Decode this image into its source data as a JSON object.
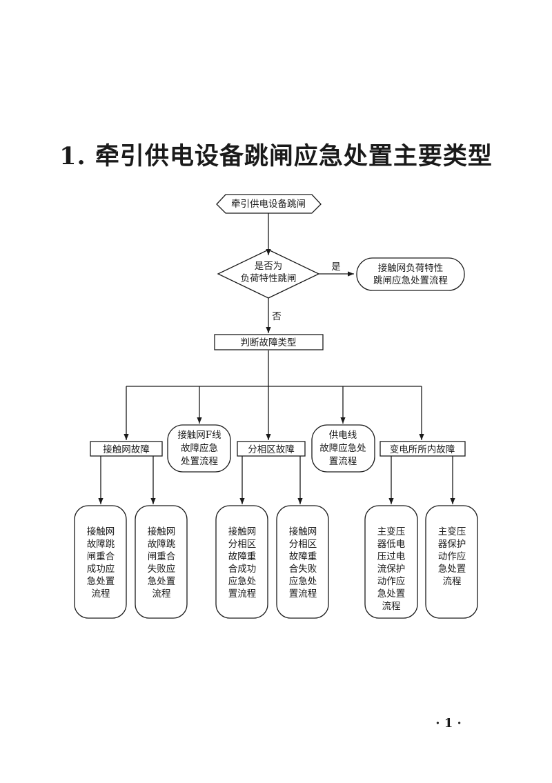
{
  "title": "1. 牵引供电设备跳闸应急处置主要类型",
  "page_number": "· 1 ·",
  "flow": {
    "start": "牵引供电设备跳闸",
    "decision": [
      "是否为",
      "负荷特性跳闸"
    ],
    "yes_label": "是",
    "no_label": "否",
    "yes_result": [
      "接触网负荷特性",
      "跳闸应急处置流程"
    ],
    "judge": "判断故障类型",
    "branches": {
      "catenary_fault": "接触网故障",
      "f_line": [
        "接触网F线",
        "故障应急",
        "处置流程"
      ],
      "phase_section_fault": "分相区故障",
      "feeder": [
        "供电线",
        "故障应急处",
        "置流程"
      ],
      "substation_fault": "变电所所内故障"
    },
    "leaves": [
      [
        "接触网",
        "故障跳",
        "闸重合",
        "成功应",
        "急处置",
        "流程"
      ],
      [
        "接触网",
        "故障跳",
        "闸重合",
        "失败应",
        "急处置",
        "流程"
      ],
      [
        "接触网",
        "分相区",
        "故障重",
        "合成功",
        "应急处",
        "置流程"
      ],
      [
        "接触网",
        "分相区",
        "故障重",
        "合失败",
        "应急处",
        "置流程"
      ],
      [
        "主变压",
        "器低电",
        "压过电",
        "流保护",
        "动作应",
        "急处置",
        "流程"
      ],
      [
        "主变压",
        "器保护",
        "动作应",
        "急处置",
        "流程"
      ]
    ]
  }
}
